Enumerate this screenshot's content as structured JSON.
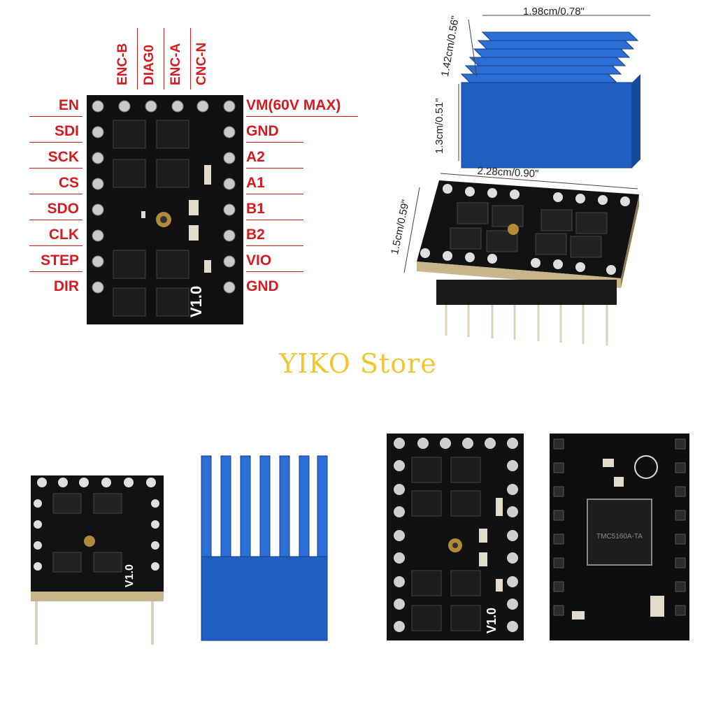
{
  "pinout": {
    "top_labels": [
      "ENC-B",
      "DIAG0",
      "ENC-A",
      "CNC-N"
    ],
    "left_labels": [
      "EN",
      "SDI",
      "SCK",
      "CS",
      "SDO",
      "CLK",
      "STEP",
      "DIR"
    ],
    "right_labels": [
      "VM(60V MAX)",
      "GND",
      "A2",
      "A1",
      "B1",
      "B2",
      "VIO",
      "GND"
    ],
    "board_version": "V1.0"
  },
  "heatsink_dimensions": {
    "width": "1.98cm/0.78\"",
    "depth": "1.42cm/0.56\"",
    "height": "1.3cm/0.51\""
  },
  "board_dimensions": {
    "width": "2.28cm/0.90\"",
    "height": "1.5cm/0.59\""
  },
  "watermark": "YIKO Store",
  "chip_marking": "TMC5160A-TA",
  "colors": {
    "label_red": "#d71920",
    "pcb_black": "#111111",
    "heatsink_blue": "#1f5fc4",
    "watermark_gold": "#f2c531"
  }
}
